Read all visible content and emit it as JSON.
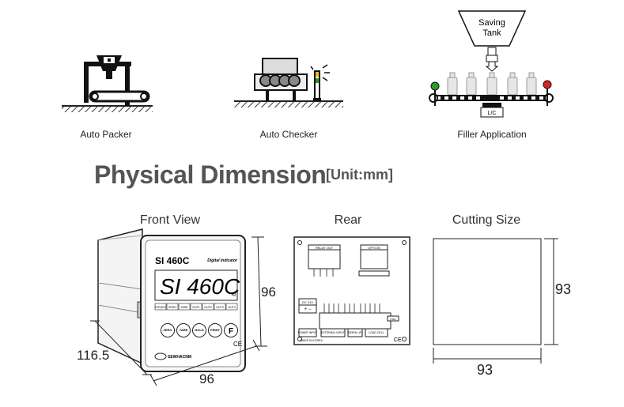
{
  "applications": {
    "packer": {
      "label": "Auto Packer"
    },
    "checker": {
      "label": "Auto Checker"
    },
    "filler": {
      "label": "Filler Application",
      "tank_line1": "Saving",
      "tank_line2": "Tank",
      "lc_label": "L/C"
    }
  },
  "section": {
    "title": "Physical Dimension",
    "unit": "[Unit:mm]"
  },
  "front": {
    "title": "Front View",
    "brand": "SI 460C",
    "subtitle": "Digital Indicator",
    "display": "SI 460C",
    "display_unit": "kg",
    "status": [
      "STEADY",
      "ZERO",
      "TARE",
      "OUT1",
      "OUT2",
      "OUT3",
      "OUT4"
    ],
    "buttons": [
      "ZERO",
      "TARE",
      "HOLD",
      "PRINT",
      "F"
    ],
    "logo": "SEWHACNM",
    "ce": "CE",
    "dim_depth": "116.5",
    "dim_width": "96",
    "dim_height": "96"
  },
  "rear": {
    "title": "Rear",
    "relay": "RELAY OUT",
    "option": "OPTION",
    "dc": "DC 24V",
    "pm": "+ −",
    "external": "EXTERNAL INPUT",
    "serial": "SERIAL I/F",
    "loadcell": "LOAD CELL",
    "cal": "CAL",
    "power": "POWER INPUT",
    "made": "MADE IN KOREA",
    "ce": "CE"
  },
  "cutting": {
    "title": "Cutting Size",
    "width": "93",
    "height": "93"
  }
}
